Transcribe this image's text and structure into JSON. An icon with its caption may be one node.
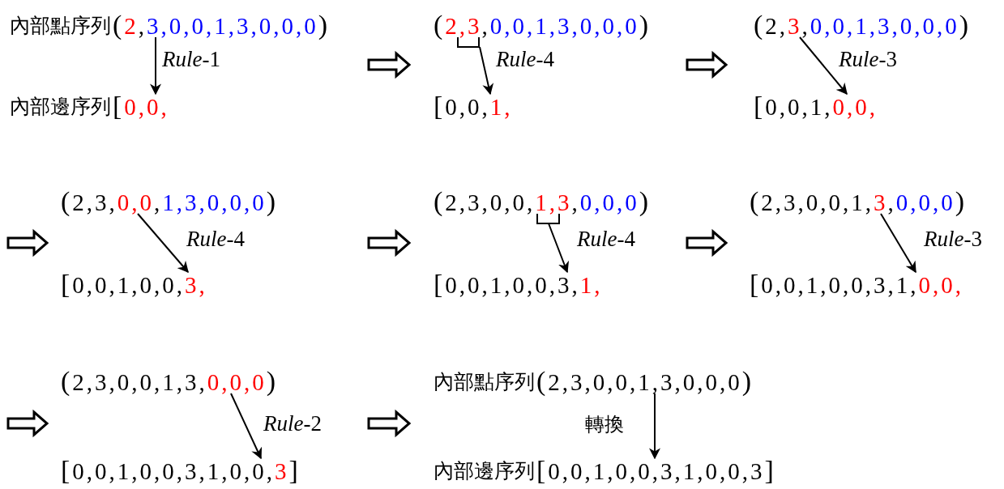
{
  "diagram": {
    "nodes": [
      {
        "text": [
          "內部點序列",
          "(2,3,0,0,1,3,0,0,0)"
        ]
      },
      {
        "text": [
          "內部邊序列",
          "[0,0,"
        ]
      },
      {
        "text": [
          "(2,3,0,0,1,3,0,0,0)"
        ]
      },
      {
        "text": [
          "[0,0,1,"
        ]
      },
      {
        "text": [
          "(2,3,0,0,1,3,0,0,0)"
        ]
      },
      {
        "text": [
          "[0,0,1,0,0,"
        ]
      },
      {
        "text": [
          "(2,3,0,0,1,3,0,0,0)"
        ]
      },
      {
        "text": [
          "[0,0,1,0,0,3,"
        ]
      },
      {
        "text": [
          "(2,3,0,0,1,3,0,0,0)"
        ]
      },
      {
        "text": [
          "[0,0,1,0,0,3,1,"
        ]
      },
      {
        "text": [
          "(2,3,0,0,1,3,0,0,0)"
        ]
      },
      {
        "text": [
          "[0,0,1,0,0,3,1,0,0,"
        ]
      },
      {
        "text": [
          "(2,3,0,0,1,3,0,0,0)"
        ]
      },
      {
        "text": [
          "[0,0,1,0,0,3,1,0,0,3]"
        ]
      },
      {
        "text": [
          "內部點序列",
          "(2,3,0,0,1,3,0,0,0)"
        ]
      },
      {
        "text": [
          "內部邊序列",
          "[0,0,1,0,0,3,1,0,0,3]"
        ]
      }
    ],
    "edges": [
      {
        "from": 0,
        "to": 1,
        "arrow": "to",
        "label": "*Rule*-1"
      },
      {
        "from": 2,
        "to": 3,
        "arrow": "to",
        "label": "*Rule*-4"
      },
      {
        "from": 4,
        "to": 5,
        "arrow": "to",
        "label": "*Rule*-3"
      },
      {
        "from": 6,
        "to": 7,
        "arrow": "to",
        "label": "*Rule*-4"
      },
      {
        "from": 8,
        "to": 9,
        "arrow": "to",
        "label": "*Rule*-4"
      },
      {
        "from": 10,
        "to": 11,
        "arrow": "to",
        "label": "*Rule*-3"
      },
      {
        "from": 12,
        "to": 13,
        "arrow": "to",
        "label": "*Rule*-2"
      },
      {
        "from": 14,
        "to": 15,
        "arrow": "to",
        "label": "轉換"
      }
    ]
  }
}
